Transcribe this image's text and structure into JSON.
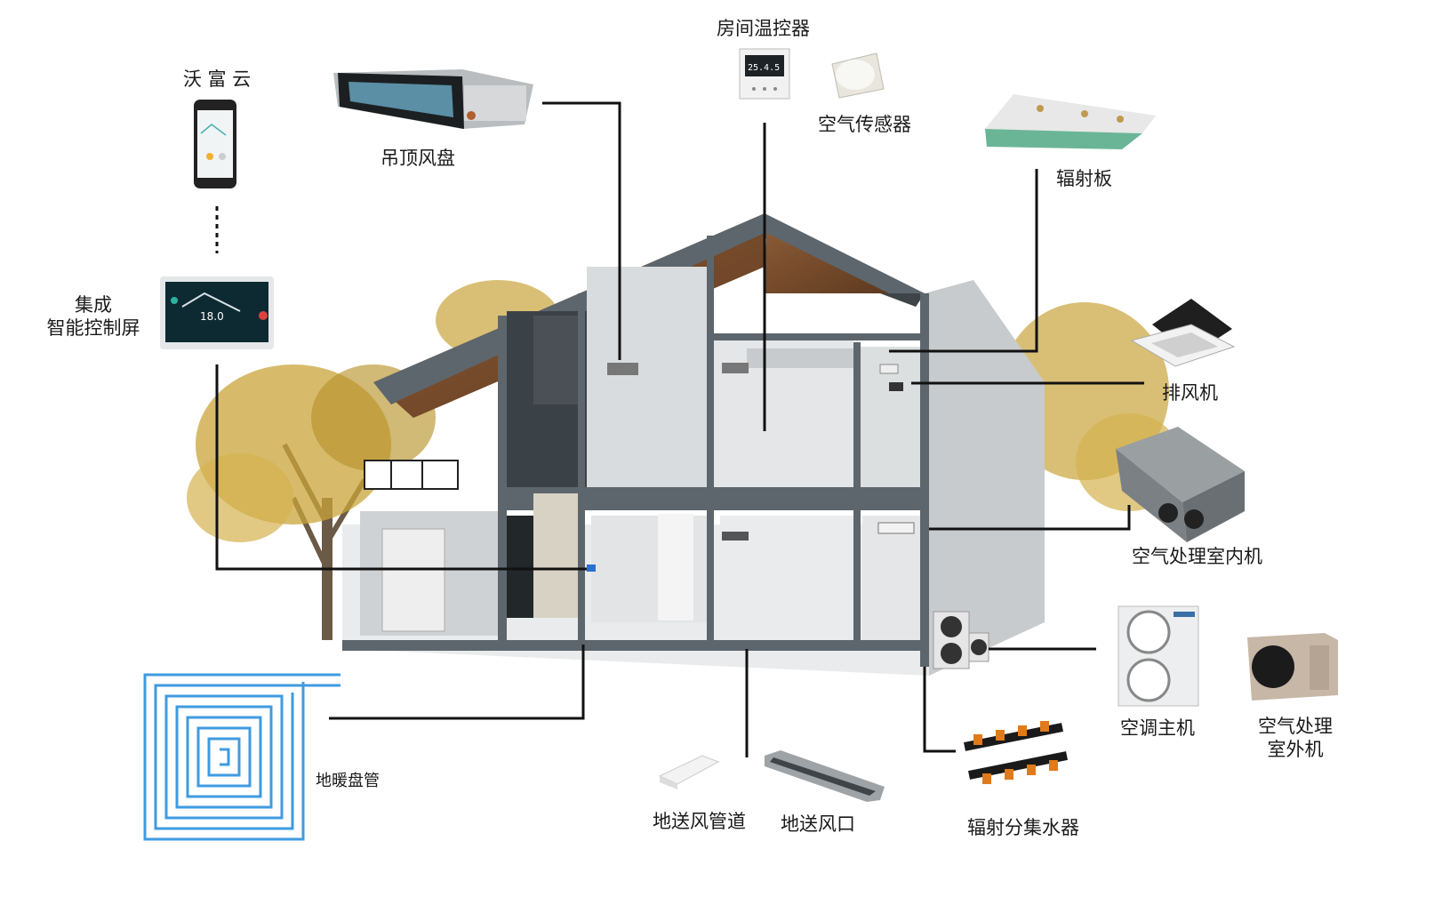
{
  "labels": {
    "cloud": "沃 富 云",
    "screen_line1": "集成",
    "screen_line2": "智能控制屏",
    "fan_coil": "吊顶风盘",
    "thermostat": "房间温控器",
    "air_sensor": "空气传感器",
    "radiant_panel": "辐射板",
    "exhaust_fan": "排风机",
    "ahu_indoor": "空气处理室内机",
    "ac_main": "空调主机",
    "ahu_outdoor_line1": "空气处理",
    "ahu_outdoor_line2": "室外机",
    "floor_coil": "地暖盘管",
    "floor_duct": "地送风管道",
    "floor_vent": "地送风口",
    "manifold": "辐射分集水器"
  },
  "screen": {
    "temperature": "18.0"
  },
  "thermostat": {
    "reading": "25.4.5"
  },
  "colors": {
    "connector": "#111111",
    "floor_coil": "#3f9be0",
    "wall": "#5d666c",
    "roof_wood": "#7b4f2e",
    "tree": "#c9a43a"
  }
}
